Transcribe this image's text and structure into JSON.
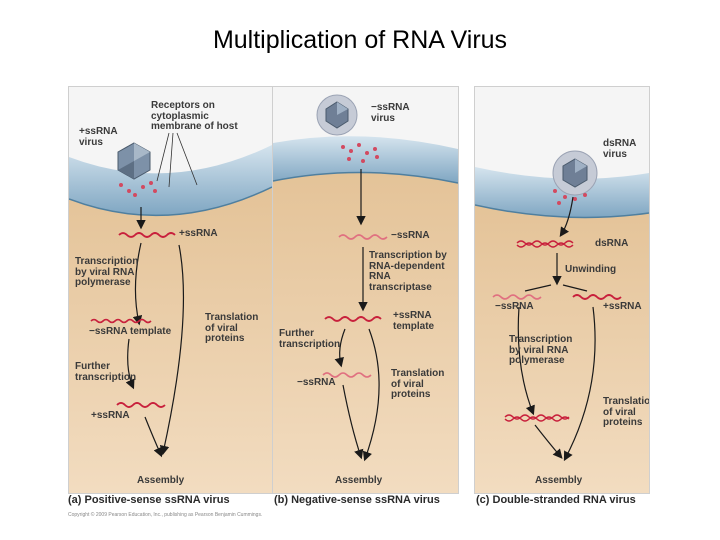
{
  "title": "Multiplication of RNA Virus",
  "panel_a": {
    "receptors": [
      "Receptors on",
      "cytoplasmic",
      "membrane of host"
    ],
    "virus": [
      "+ssRNA",
      "virus"
    ],
    "rna1": "+ssRNA",
    "transcription": [
      "Transcription",
      "by viral RNA",
      "polymerase"
    ],
    "template": "−ssRNA template",
    "translation": [
      "Translation",
      "of viral",
      "proteins"
    ],
    "further": [
      "Further",
      "transcription"
    ],
    "rna2": "+ssRNA",
    "assembly": "Assembly",
    "caption": "(a) Positive-sense ssRNA virus"
  },
  "panel_b": {
    "virus": [
      "−ssRNA",
      "virus"
    ],
    "rna1": "−ssRNA",
    "transcription": [
      "Transcription by",
      "RNA-dependent",
      "RNA",
      "transcriptase"
    ],
    "template": [
      "+ssRNA",
      "template"
    ],
    "further": [
      "Further",
      "transcription"
    ],
    "rna2": "−ssRNA",
    "translation": [
      "Translation",
      "of viral",
      "proteins"
    ],
    "assembly": "Assembly",
    "caption": "(b) Negative-sense ssRNA virus"
  },
  "panel_c": {
    "virus": [
      "dsRNA",
      "virus"
    ],
    "rna1": "dsRNA",
    "unwinding": "Unwinding",
    "minus": "−ssRNA",
    "plus": "+ssRNA",
    "transcription": [
      "Transcription",
      "by viral RNA",
      "polymerase"
    ],
    "translation": [
      "Translation",
      "of viral",
      "proteins"
    ],
    "assembly": "Assembly",
    "caption": "(c) Double-stranded RNA virus"
  },
  "copyright": "Copyright © 2009 Pearson Education, Inc., publishing as Pearson Benjamin Cummings.",
  "colors": {
    "cytoplasm": "#ecd2ac",
    "membrane": "#a9c6da",
    "rna": "#c8203c",
    "arrow": "#1a1a1a"
  }
}
